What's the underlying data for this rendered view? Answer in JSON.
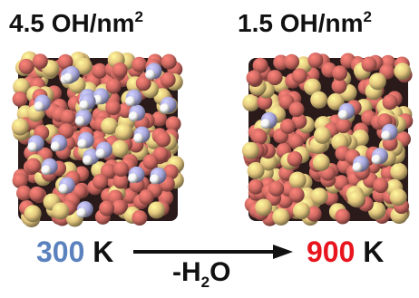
{
  "panels": {
    "left": {
      "title_main": "4.5 OH/nm",
      "title_sup": "2",
      "temperature_value": "300",
      "temperature_unit": "K"
    },
    "right": {
      "title_main": "1.5 OH/nm",
      "title_sup": "2",
      "temperature_value": "900",
      "temperature_unit": "K"
    }
  },
  "arrow": {
    "prefix": "-H",
    "subscript": "2",
    "suffix": "O"
  },
  "colors": {
    "cold_temperature": "#5b82be",
    "hot_temperature": "#e8141e",
    "silicon": "#e5c87f",
    "oxygen": "#cf6a62",
    "hydroxyl_oxygen": "#a9a8dc",
    "hydrogen": "#f4f4f4"
  }
}
